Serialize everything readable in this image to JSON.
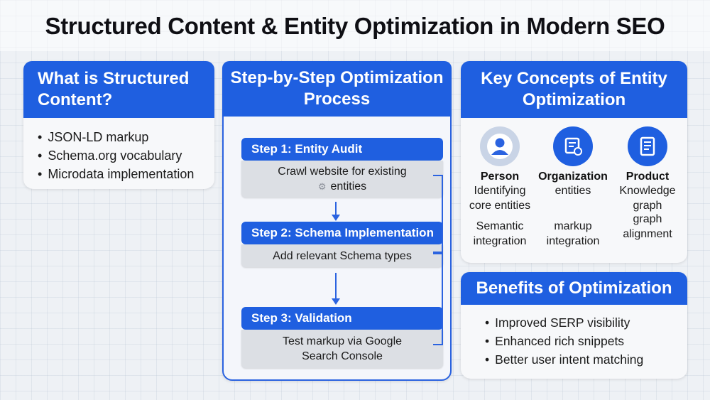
{
  "title": "Structured Content & Entity Optimization in Modern SEO",
  "colors": {
    "accent": "#1f5fe0",
    "step_body": "#dcdfe4",
    "background": "#eef1f5"
  },
  "structured": {
    "heading": "What is Structured Content?",
    "items": [
      "JSON-LD markup",
      "Schema.org vocabulary",
      "Microdata implementation"
    ]
  },
  "process": {
    "heading": "Step-by-Step Optimization Process",
    "steps": [
      {
        "title": "Step 1: Entity Audit",
        "body_line1": "Crawl website for existing",
        "body_line2": "entities",
        "icon": "gear-icon"
      },
      {
        "title": "Step 2: Schema Implementation",
        "body_line1": "Add relevant Schema types",
        "body_line2": ""
      },
      {
        "title": "Step 3: Validation",
        "body_line1": "Test markup via Google",
        "body_line2": "Search Console"
      }
    ]
  },
  "concepts": {
    "heading": "Key Concepts of Entity Optimization",
    "items": [
      {
        "name": "Person",
        "icon": "person-icon",
        "desc1": "Identifying",
        "desc2": "core entities",
        "desc3": "Semantic",
        "desc4": "integration"
      },
      {
        "name": "Organization",
        "icon": "organization-icon",
        "desc1": "entities",
        "desc2": "",
        "desc3": "markup",
        "desc4": "integration"
      },
      {
        "name": "Product",
        "icon": "document-icon",
        "desc1": "Knowledge",
        "desc2": "graph",
        "desc3": "graph",
        "desc4": "alignment"
      }
    ]
  },
  "benefits": {
    "heading": "Benefits of Optimization",
    "items": [
      "Improved SERP visibility",
      "Enhanced rich snippets",
      "Better user intent matching"
    ]
  }
}
